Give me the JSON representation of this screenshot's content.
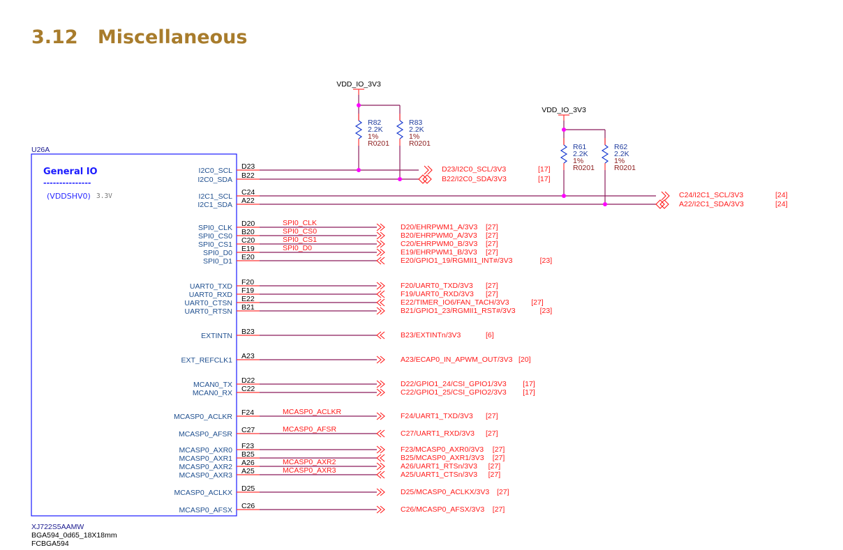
{
  "heading": {
    "number": "3.12",
    "title": "Miscellaneous"
  },
  "component": {
    "refdes": "U26A",
    "block_title": "General IO",
    "block_divider": "---------------",
    "power_domain": "(VDDSHV0)",
    "voltage": "3.3V",
    "part_number": "XJ722S5AAMW",
    "footprint": "BGA594_0d65_18X18mm",
    "package": "FCBGA594"
  },
  "power_rails": [
    {
      "name": "VDD_IO_3V3",
      "id": "rail1"
    },
    {
      "name": "VDD_IO_3V3",
      "id": "rail2"
    }
  ],
  "resistors": [
    {
      "ref": "R82",
      "value": "2.2K",
      "tolerance": "1%",
      "package": "R0201",
      "pulls": "D23"
    },
    {
      "ref": "R83",
      "value": "2.2K",
      "tolerance": "1%",
      "package": "R0201",
      "pulls": "B22"
    },
    {
      "ref": "R61",
      "value": "2.2K",
      "tolerance": "1%",
      "package": "R0201",
      "pulls": "C24"
    },
    {
      "ref": "R62",
      "value": "2.2K",
      "tolerance": "1%",
      "package": "R0201",
      "pulls": "A22"
    }
  ],
  "pins": [
    {
      "name": "I2C0_SCL",
      "ball": "D23",
      "net": "",
      "offpage": "D23/I2C0_SCL/3V3",
      "sheet": "[17]",
      "dir": "bi"
    },
    {
      "name": "I2C0_SDA",
      "ball": "B22",
      "net": "",
      "offpage": "B22/I2C0_SDA/3V3",
      "sheet": "[17]",
      "dir": "bi"
    },
    {
      "name": "I2C1_SCL",
      "ball": "C24",
      "net": "",
      "offpage": "C24/I2C1_SCL/3V3",
      "sheet": "[24]",
      "dir": "bi"
    },
    {
      "name": "I2C1_SDA",
      "ball": "A22",
      "net": "",
      "offpage": "A22/I2C1_SDA/3V3",
      "sheet": "[24]",
      "dir": "bi"
    },
    {
      "name": "SPI0_CLK",
      "ball": "D20",
      "net": "SPI0_CLK",
      "offpage": "D20/EHRPWM1_A/3V3",
      "sheet": "[27]",
      "dir": "out"
    },
    {
      "name": "SPI0_CS0",
      "ball": "B20",
      "net": "SPI0_CS0",
      "offpage": "B20/EHRPWM0_A/3V3",
      "sheet": "[27]",
      "dir": "out"
    },
    {
      "name": "SPI0_CS1",
      "ball": "C20",
      "net": "SPI0_CS1",
      "offpage": "C20/EHRPWM0_B/3V3",
      "sheet": "[27]",
      "dir": "out"
    },
    {
      "name": "SPI0_D0",
      "ball": "E19",
      "net": "SPI0_D0",
      "offpage": "E19/EHRPWM1_B/3V3",
      "sheet": "[27]",
      "dir": "out"
    },
    {
      "name": "SPI0_D1",
      "ball": "E20",
      "net": "",
      "offpage": "E20/GPIO1_19/RGMII1_INT#/3V3",
      "sheet": "[23]",
      "dir": "in"
    },
    {
      "name": "UART0_TXD",
      "ball": "F20",
      "net": "",
      "offpage": "F20/UART0_TXD/3V3",
      "sheet": "[27]",
      "dir": "out"
    },
    {
      "name": "UART0_RXD",
      "ball": "F19",
      "net": "",
      "offpage": "F19/UART0_RXD/3V3",
      "sheet": "[27]",
      "dir": "in"
    },
    {
      "name": "UART0_CTSN",
      "ball": "E22",
      "net": "",
      "offpage": "E22/TIMER_IO6/FAN_TACH/3V3",
      "sheet": "[27]",
      "dir": "in"
    },
    {
      "name": "UART0_RTSN",
      "ball": "B21",
      "net": "",
      "offpage": "B21/GPIO1_23/RGMII1_RST#/3V3",
      "sheet": "[23]",
      "dir": "out"
    },
    {
      "name": "EXTINTN",
      "ball": "B23",
      "net": "",
      "offpage": "B23/EXTINTn/3V3",
      "sheet": "[6]",
      "dir": "in"
    },
    {
      "name": "EXT_REFCLK1",
      "ball": "A23",
      "net": "",
      "offpage": "A23/ECAP0_IN_APWM_OUT/3V3",
      "sheet": "[20]",
      "dir": "out"
    },
    {
      "name": "MCAN0_TX",
      "ball": "D22",
      "net": "",
      "offpage": "D22/GPIO1_24/CSI_GPIO1/3V3",
      "sheet": "[17]",
      "dir": "out"
    },
    {
      "name": "MCAN0_RX",
      "ball": "C22",
      "net": "",
      "offpage": "C22/GPIO1_25/CSI_GPIO2/3V3",
      "sheet": "[17]",
      "dir": "out"
    },
    {
      "name": "MCASP0_ACLKR",
      "ball": "F24",
      "net": "MCASP0_ACLKR",
      "offpage": "F24/UART1_TXD/3V3",
      "sheet": "[27]",
      "dir": "out"
    },
    {
      "name": "MCASP0_AFSR",
      "ball": "C27",
      "net": "MCASP0_AFSR",
      "offpage": "C27/UART1_RXD/3V3",
      "sheet": "[27]",
      "dir": "in"
    },
    {
      "name": "MCASP0_AXR0",
      "ball": "F23",
      "net": "",
      "offpage": "F23/MCASP0_AXR0/3V3",
      "sheet": "[27]",
      "dir": "out"
    },
    {
      "name": "MCASP0_AXR1",
      "ball": "B25",
      "net": "",
      "offpage": "B25/MCASP0_AXR1/3V3",
      "sheet": "[27]",
      "dir": "in"
    },
    {
      "name": "MCASP0_AXR2",
      "ball": "A26",
      "net": "MCASP0_AXR2",
      "offpage": "A26/UART1_RTSn/3V3",
      "sheet": "[27]",
      "dir": "out"
    },
    {
      "name": "MCASP0_AXR3",
      "ball": "A25",
      "net": "MCASP0_AXR3",
      "offpage": "A25/UART1_CTSn/3V3",
      "sheet": "[27]",
      "dir": "in"
    },
    {
      "name": "MCASP0_ACLKX",
      "ball": "D25",
      "net": "",
      "offpage": "D25/MCASP0_ACLKX/3V3",
      "sheet": "[27]",
      "dir": "out"
    },
    {
      "name": "MCASP0_AFSX",
      "ball": "C26",
      "net": "",
      "offpage": "C26/MCASP0_AFSX/3V3",
      "sheet": "[27]",
      "dir": "out"
    }
  ]
}
